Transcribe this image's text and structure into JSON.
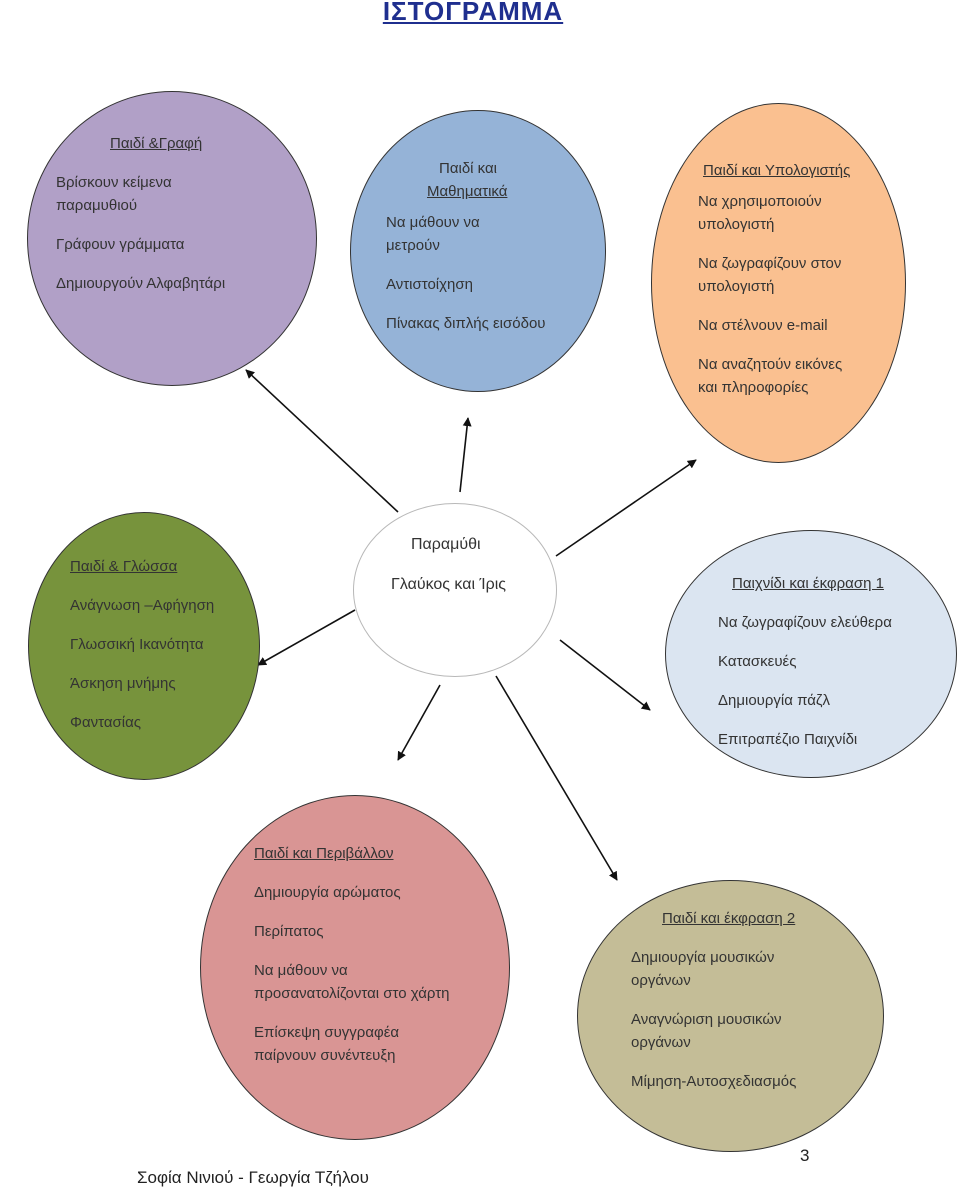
{
  "title": "ΙΣΤΟΓΡΑΜΜΑ",
  "colors": {
    "title": "#1f2f8f",
    "writing": "#b1a0c7",
    "math": "#95b3d7",
    "computer": "#fac090",
    "language": "#77933c",
    "center": "#ffffff",
    "play": "#dbe5f1",
    "environment": "#d99594",
    "expression": "#c4bd97"
  },
  "center": {
    "line1": "Παραμύθι",
    "line2": "Γλαύκος και Ίρις"
  },
  "bubbles": {
    "writing": {
      "heading": "Παιδί &Γραφή",
      "items": [
        "Βρίσκουν κείμενα παραμυθιού",
        "Γράφουν γράμματα",
        "Δημιουργούν Αλφαβητάρι"
      ]
    },
    "math": {
      "heading_line1": "Παιδί και",
      "heading_line2": "Μαθηματικά",
      "items": [
        " Να μάθουν να μετρούν",
        "Αντιστοίχηση",
        "Πίνακας  διπλής εισόδου"
      ]
    },
    "computer": {
      "heading": "Παιδί και Υπολογιστής",
      "items": [
        "Να χρησιμοποιούν υπολογιστή",
        "Να ζωγραφίζουν στον υπολογιστή",
        "Να στέλνουν e-mail",
        "Να αναζητούν εικόνες και πληροφορίες"
      ]
    },
    "language": {
      "heading": "Παιδί & Γλώσσα",
      "items": [
        "Ανάγνωση –Αφήγηση",
        "Γλωσσική Ικανότητα",
        "Άσκηση μνήμης",
        "Φαντασίας"
      ]
    },
    "play": {
      "heading": "Παιχνίδι και έκφραση 1",
      "items": [
        "Να ζωγραφίζουν ελεύθερα",
        "Κατασκευές",
        "Δημιουργία πάζλ",
        "Επιτραπέζιο Παιχνίδι"
      ]
    },
    "environment": {
      "heading": "Παιδί και Περιβάλλον",
      "items": [
        "Δημιουργία αρώματος",
        "Περίπατος",
        "Να μάθουν να προσανατολίζονται στο χάρτη",
        "Επίσκεψη συγγραφέα παίρνουν συνέντευξη"
      ]
    },
    "expression": {
      "heading": "Παιδί και έκφραση 2",
      "items": [
        "Δημιουργία μουσικών οργάνων",
        "Αναγνώριση μουσικών οργάνων",
        "Μίμηση-Αυτοσχεδιασμός"
      ]
    }
  },
  "footer": {
    "authors": "Σοφία Νινιού  - Γεωργία Τζήλου",
    "page_number": "3"
  }
}
